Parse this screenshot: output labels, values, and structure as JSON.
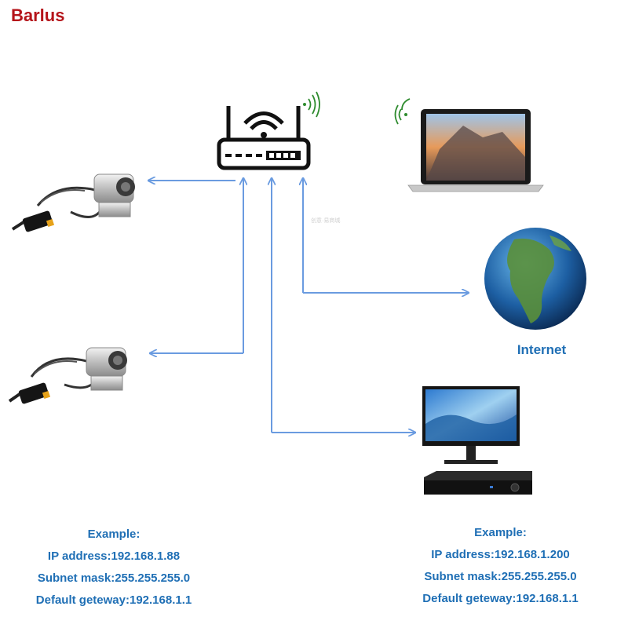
{
  "brand": "Barlus",
  "internet_label": "Internet",
  "watermark": "创意·易商城",
  "example_left": {
    "title": "Example:",
    "ip": "IP address:192.168.1.88",
    "subnet": "Subnet mask:255.255.255.0",
    "gateway": "Default geteway:192.168.1.1"
  },
  "example_right": {
    "title": "Example:",
    "ip": "IP address:192.168.1.200",
    "subnet": "Subnet mask:255.255.255.0",
    "gateway": "Default geteway:192.168.1.1"
  },
  "colors": {
    "brand": "#b5141a",
    "arrow": "#6a9be0",
    "label": "#1f6fb5",
    "wifi_laptop": "#2e8b2e",
    "wifi_router": "#2e8b2e"
  },
  "icons": [
    "router-icon",
    "laptop-icon",
    "globe-icon",
    "camera-icon",
    "monitor-icon",
    "nvr-icon"
  ]
}
